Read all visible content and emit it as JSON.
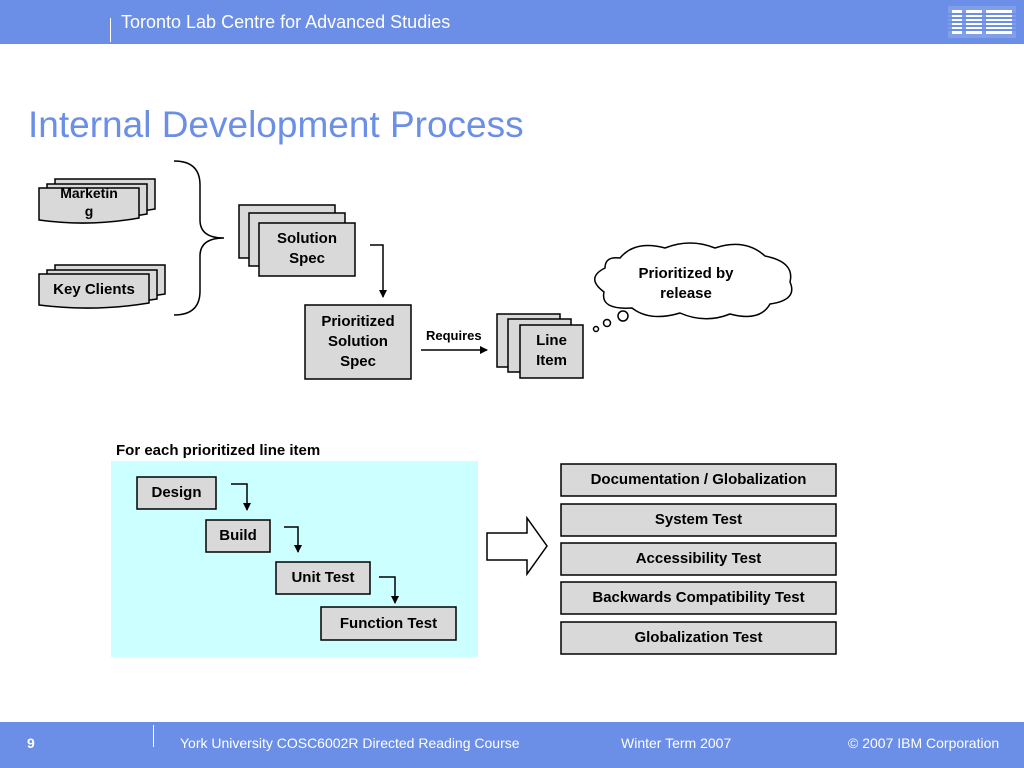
{
  "header": {
    "org_title": "Toronto Lab Centre for Advanced Studies",
    "logo_text": "IBM"
  },
  "slide": {
    "title": "Internal Development Process"
  },
  "inputs": {
    "marketing": "Marketin\ng",
    "key_clients": "Key Clients"
  },
  "docs": {
    "solution_spec": "Solution\nSpec",
    "prioritized_spec": "Prioritized\nSolution\nSpec",
    "line_item": "Line\nItem"
  },
  "requires_label": "Requires",
  "thought": "Prioritized by\nrelease",
  "per_item": {
    "caption": "For each prioritized line item",
    "steps": [
      "Design",
      "Build",
      "Unit Test",
      "Function Test"
    ]
  },
  "tests": [
    "Documentation / Globalization",
    "System Test",
    "Accessibility Test",
    "Backwards Compatibility Test",
    "Globalization Test"
  ],
  "footer": {
    "page": "9",
    "course": "York University COSC6002R Directed Reading Course",
    "term": "Winter Term 2007",
    "copyright": "© 2007 IBM Corporation"
  },
  "colors": {
    "accent": "#6b8ee6",
    "box_fill": "#d9d9d9",
    "panel_fill": "#ccffff"
  }
}
